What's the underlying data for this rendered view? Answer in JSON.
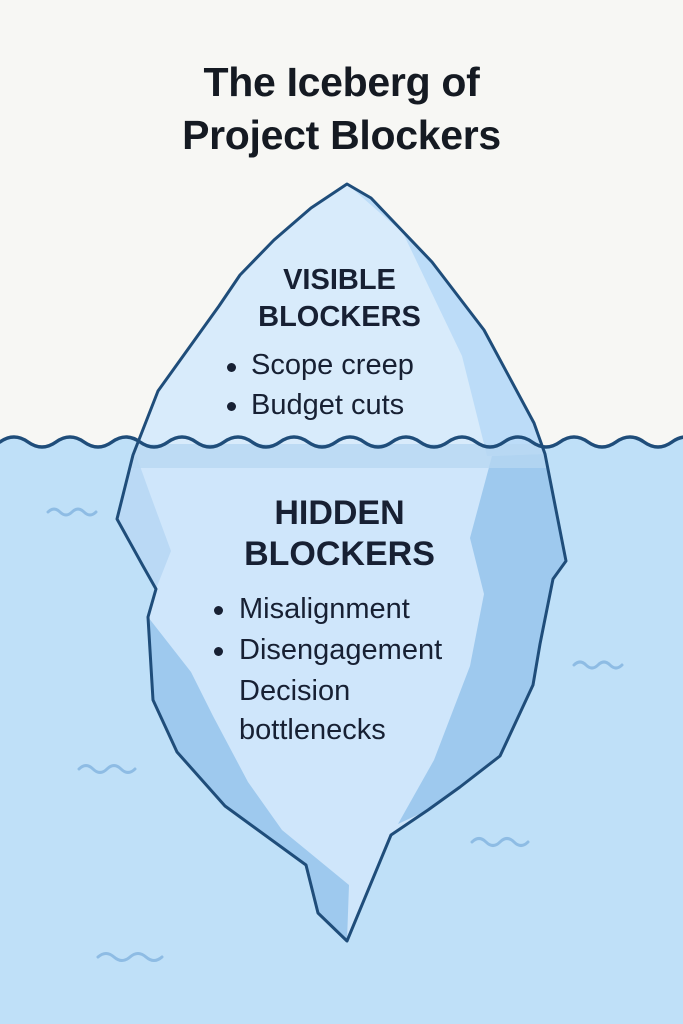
{
  "title": {
    "line1": "The Iceberg of",
    "line2": "Project Blockers"
  },
  "visible_section": {
    "heading_line1": "VISIBLE",
    "heading_line2": "BLOCKERS",
    "items": [
      "Scope creep",
      "Budget cuts"
    ]
  },
  "hidden_section": {
    "heading_line1": "HIDDEN",
    "heading_line2": "BLOCKERS",
    "items": [
      "Misalignment",
      "Disengagement",
      "Decision",
      "bottlenecks"
    ]
  },
  "colors": {
    "background": "#f7f7f4",
    "water": "#bfe0f8",
    "ice_tip": "#d8ebfb",
    "ice_submerged": "#cfe6fb",
    "ice_shadow": "#9ec9ee",
    "outline": "#1f4d7a",
    "text": "#172033"
  }
}
